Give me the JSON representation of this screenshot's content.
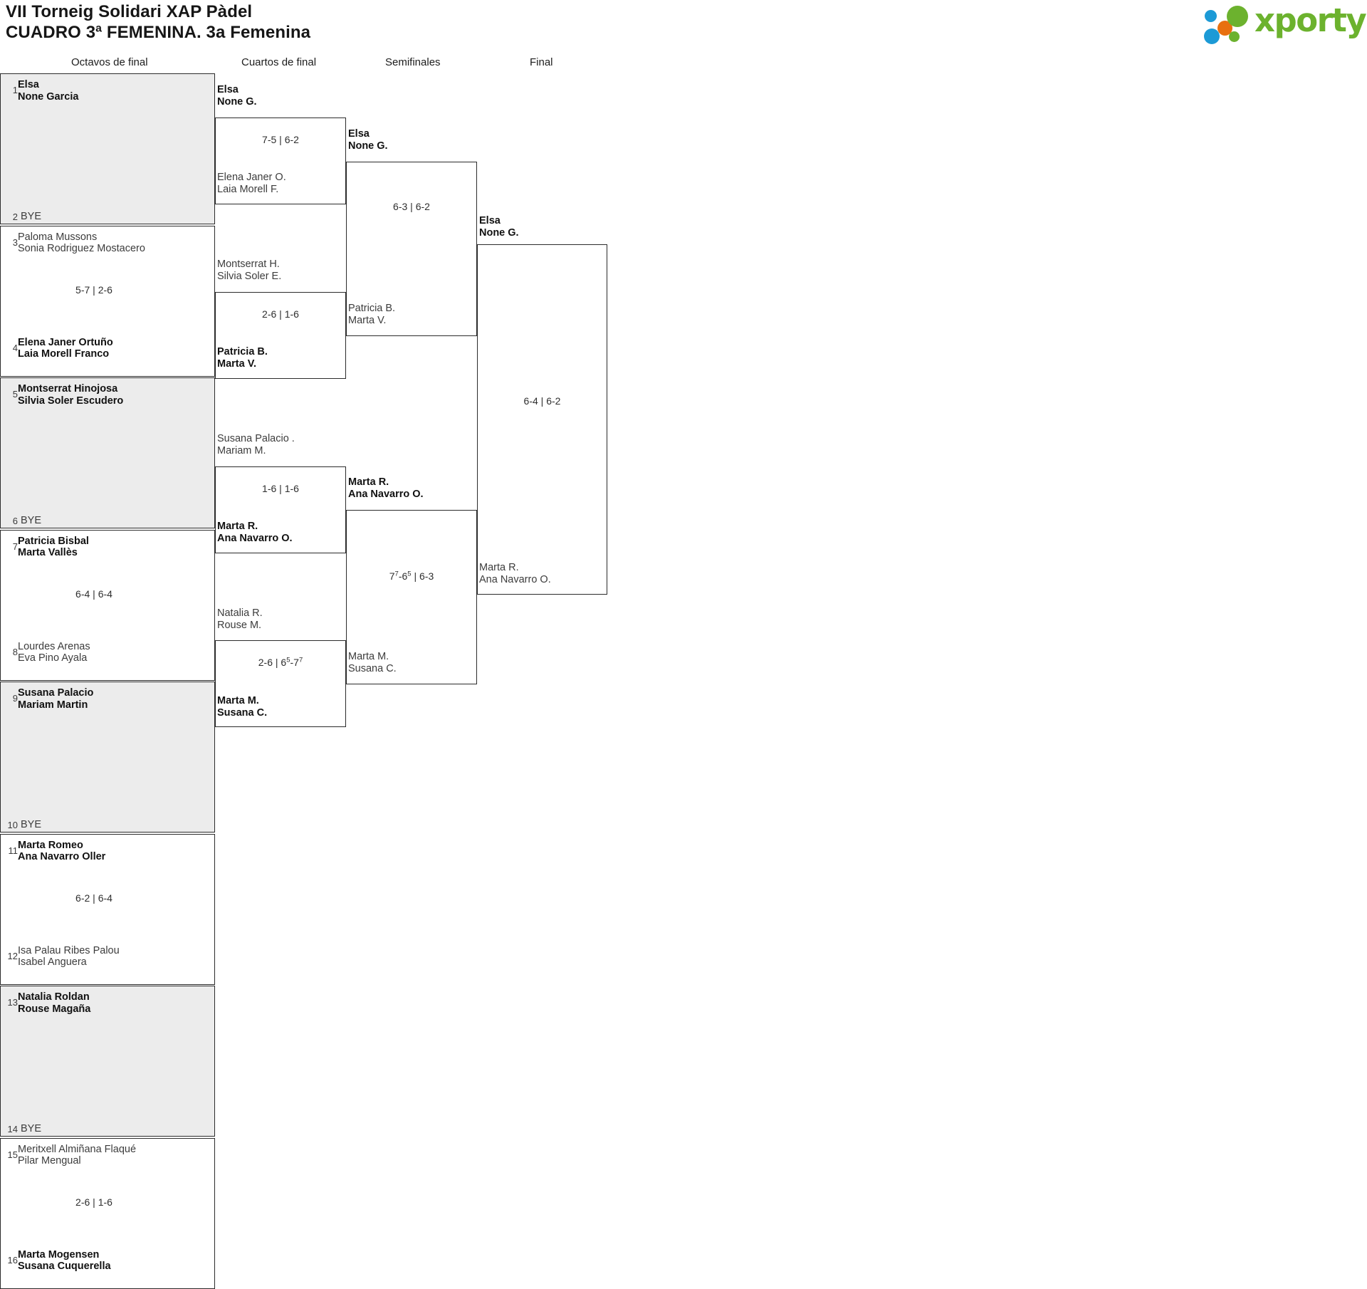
{
  "header": {
    "title_line1": "VII Torneig Solidari XAP Pàdel",
    "title_line2": "CUADRO 3ª FEMENINA. 3a Femenina",
    "logo_text": "xporty",
    "logo_colors": {
      "green": "#6cb22e",
      "blue": "#1c9ad6",
      "orange": "#e8700f"
    }
  },
  "rounds": [
    {
      "label": "Octavos de final"
    },
    {
      "label": "Cuartos de final"
    },
    {
      "label": "Semifinales"
    },
    {
      "label": "Final"
    }
  ],
  "round1": [
    {
      "shaded": true,
      "top": {
        "seed": "1",
        "line1": "Elsa",
        "line2": "None Garcia",
        "winner": true,
        "bye": false
      },
      "bottom": {
        "seed": "2",
        "line1": "BYE",
        "line2": "",
        "winner": false,
        "bye": true
      },
      "score": ""
    },
    {
      "shaded": false,
      "top": {
        "seed": "3",
        "line1": "Paloma Mussons",
        "line2": "Sonia Rodriguez Mostacero",
        "winner": false,
        "bye": false
      },
      "bottom": {
        "seed": "4",
        "line1": "Elena Janer Ortuño",
        "line2": "Laia Morell Franco",
        "winner": true,
        "bye": false
      },
      "score": "5-7 | 2-6"
    },
    {
      "shaded": true,
      "top": {
        "seed": "5",
        "line1": "Montserrat Hinojosa",
        "line2": "Silvia Soler Escudero",
        "winner": true,
        "bye": false
      },
      "bottom": {
        "seed": "6",
        "line1": "BYE",
        "line2": "",
        "winner": false,
        "bye": true
      },
      "score": ""
    },
    {
      "shaded": false,
      "top": {
        "seed": "7",
        "line1": "Patricia Bisbal",
        "line2": "Marta Vallès",
        "winner": true,
        "bye": false
      },
      "bottom": {
        "seed": "8",
        "line1": "Lourdes Arenas",
        "line2": "Eva Pino Ayala",
        "winner": false,
        "bye": false
      },
      "score": "6-4 | 6-4"
    },
    {
      "shaded": true,
      "top": {
        "seed": "9",
        "line1": "Susana Palacio",
        "line2": "Mariam Martin",
        "winner": true,
        "bye": false
      },
      "bottom": {
        "seed": "10",
        "line1": "BYE",
        "line2": "",
        "winner": false,
        "bye": true
      },
      "score": ""
    },
    {
      "shaded": false,
      "top": {
        "seed": "11",
        "line1": "Marta Romeo",
        "line2": "Ana Navarro Oller",
        "winner": true,
        "bye": false
      },
      "bottom": {
        "seed": "12",
        "line1": "Isa Palau Ribes Palou",
        "line2": "Isabel Anguera",
        "winner": false,
        "bye": false
      },
      "score": "6-2 | 6-4"
    },
    {
      "shaded": true,
      "top": {
        "seed": "13",
        "line1": "Natalia Roldan",
        "line2": "Rouse Magaña",
        "winner": true,
        "bye": false
      },
      "bottom": {
        "seed": "14",
        "line1": "BYE",
        "line2": "",
        "winner": false,
        "bye": true
      },
      "score": ""
    },
    {
      "shaded": false,
      "top": {
        "seed": "15",
        "line1": "Meritxell Almiñana Flaqué",
        "line2": "Pilar Mengual",
        "winner": false,
        "bye": false
      },
      "bottom": {
        "seed": "16",
        "line1": "Marta Mogensen",
        "line2": "Susana Cuquerella",
        "winner": true,
        "bye": false
      },
      "score": "2-6 | 1-6"
    }
  ],
  "round2": [
    {
      "top": {
        "line1": "Elsa",
        "line2": "None G.",
        "winner": true
      },
      "bottom": {
        "line1": "Elena Janer O.",
        "line2": "Laia Morell F.",
        "winner": false
      },
      "score": "7-5 | 6-2",
      "score_html": "7-5 | 6-2"
    },
    {
      "top": {
        "line1": "Montserrat H.",
        "line2": "Silvia Soler E.",
        "winner": false
      },
      "bottom": {
        "line1": "Patricia B.",
        "line2": "Marta V.",
        "winner": true
      },
      "score": "2-6 | 1-6",
      "score_html": "2-6 | 1-6"
    },
    {
      "top": {
        "line1": "Susana Palacio .",
        "line2": "Mariam M.",
        "winner": false
      },
      "bottom": {
        "line1": "Marta R.",
        "line2": "Ana Navarro O.",
        "winner": true
      },
      "score": "1-6 | 1-6",
      "score_html": "1-6 | 1-6"
    },
    {
      "top": {
        "line1": "Natalia R.",
        "line2": "Rouse M.",
        "winner": false
      },
      "bottom": {
        "line1": "Marta M.",
        "line2": "Susana C.",
        "winner": true
      },
      "score": "2-6 | 6(5)-7(7)",
      "score_html": "2-6 | 6<sup>5</sup>-7<sup>7</sup>"
    }
  ],
  "round3": [
    {
      "top": {
        "line1": "Elsa",
        "line2": "None G.",
        "winner": true
      },
      "bottom": {
        "line1": "Patricia B.",
        "line2": "Marta V.",
        "winner": false
      },
      "score": "6-3 | 6-2",
      "score_html": "6-3 | 6-2"
    },
    {
      "top": {
        "line1": "Marta R.",
        "line2": "Ana Navarro O.",
        "winner": true
      },
      "bottom": {
        "line1": "Marta M.",
        "line2": "Susana C.",
        "winner": false
      },
      "score": "7(7)-6(5) | 6-3",
      "score_html": "7<sup>7</sup>-6<sup>5</sup> | 6-3"
    }
  ],
  "round4": [
    {
      "top": {
        "line1": "Elsa",
        "line2": "None G.",
        "winner": true
      },
      "bottom": {
        "line1": "Marta R.",
        "line2": "Ana Navarro O.",
        "winner": false
      },
      "score": "6-4 | 6-2",
      "score_html": "6-4 | 6-2"
    }
  ]
}
